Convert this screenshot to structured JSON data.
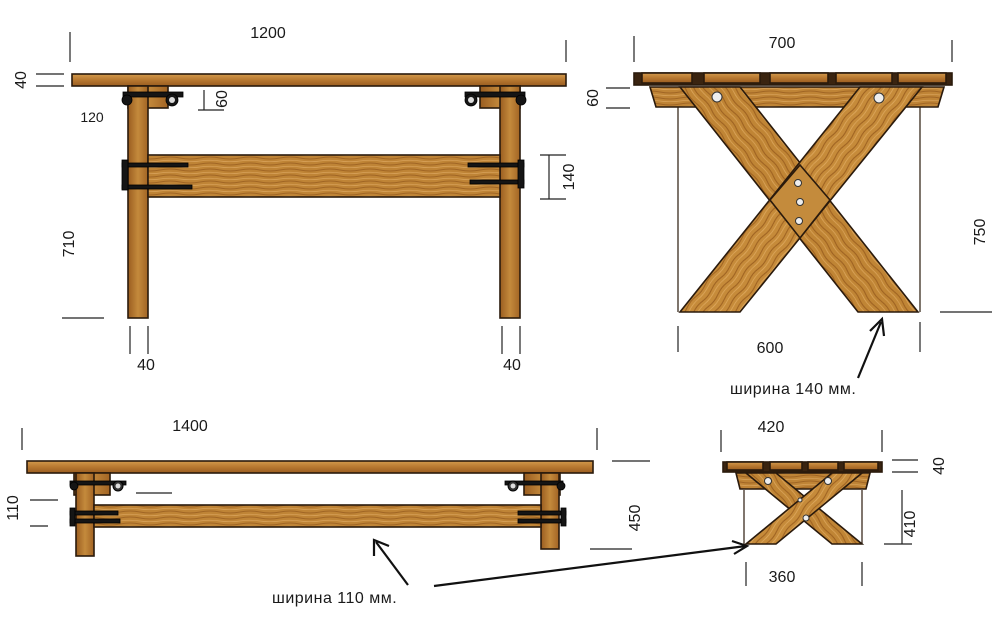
{
  "drawing": {
    "table_front": {
      "length": "1200",
      "top_thickness": "40",
      "apron_offset": "120",
      "apron_height": "60",
      "stretcher_height": "140",
      "leg_height": "710",
      "leg_left_width": "40",
      "leg_right_width": "40"
    },
    "table_side": {
      "top_width": "700",
      "apron_height": "60",
      "total_height": "750",
      "base_width": "600",
      "board_note": "ширина 140 мм."
    },
    "bench_front": {
      "length": "1400",
      "apron_height": "110",
      "total_height": "450",
      "board_note": "ширина 110 мм."
    },
    "bench_side": {
      "top_width": "420",
      "top_thickness": "40",
      "leg_height": "410",
      "base_width": "360"
    }
  },
  "colors": {
    "wood_light": "#c98d3f",
    "wood_mid": "#a86a26",
    "wood_dark": "#7a4a18",
    "outline": "#2a1a0c",
    "bolt": "#151515"
  }
}
